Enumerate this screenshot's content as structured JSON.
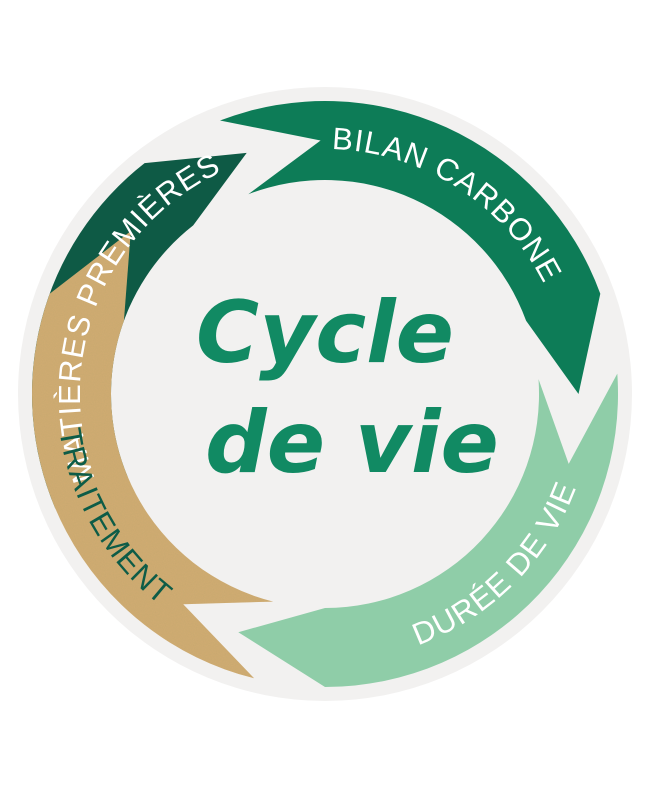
{
  "center": {
    "line1": "Cycle",
    "line2": "de vie"
  },
  "segments": [
    {
      "label": "MATIÈRES PREMIÈRES",
      "color": "#0e5a45",
      "text_color": "#ffffff"
    },
    {
      "label": "BILAN CARBONE",
      "color": "#0d7c57",
      "text_color": "#ffffff"
    },
    {
      "label": "DURÉE DE VIE",
      "color": "#8fcda8",
      "text_color": "#ffffff"
    },
    {
      "label": "TRAITEMENT",
      "color": "#d2ad72",
      "text_color": "#0d5c47"
    }
  ],
  "colors": {
    "disc": "#f2f1f0",
    "title": "#118a63"
  }
}
